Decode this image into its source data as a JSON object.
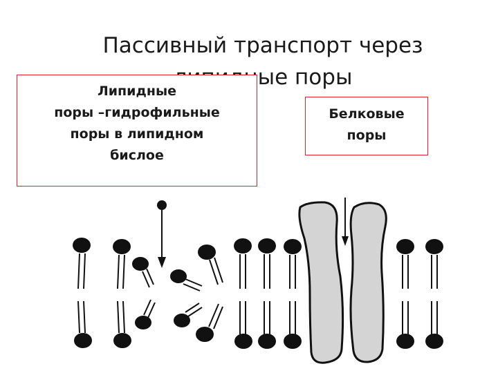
{
  "slide": {
    "title_lines": [
      "Пассивный транспорт через",
      "липидные поры"
    ]
  },
  "labels": {
    "lipid_pores": [
      "Липидные",
      "поры –гидрофильные",
      "поры в липидном",
      "бислое"
    ],
    "protein_pores": [
      "Белковые",
      "поры"
    ]
  },
  "colors": {
    "box_border": "#e0202a",
    "ink": "#111111",
    "protein_fill": "#d4d4d4"
  },
  "diagram": {
    "elements": [
      "lipid-molecules",
      "lipid-pore",
      "penetrating-molecule",
      "protein-channel-left",
      "protein-channel-right"
    ]
  }
}
